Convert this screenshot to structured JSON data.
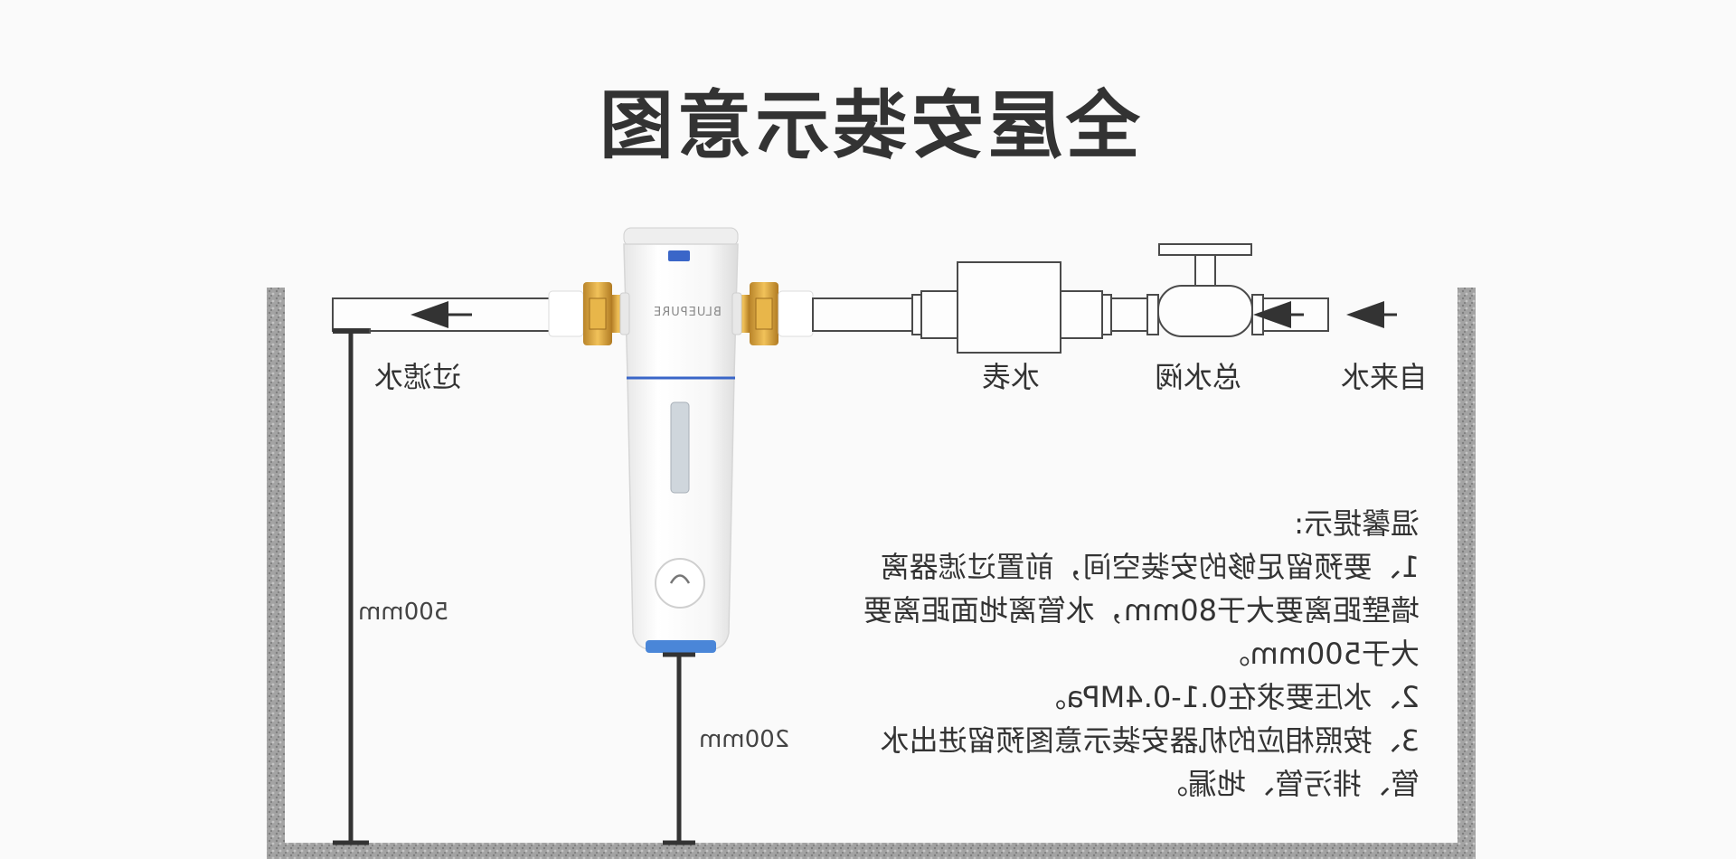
{
  "title": "全屋安装示意图",
  "labels": {
    "filtered_water": "过滤水",
    "water_meter": "水表",
    "main_valve": "总水阀",
    "tap_water": "自来水"
  },
  "dimensions": {
    "height_500": "500mm",
    "height_200": "200mm"
  },
  "filter": {
    "brand": "BLUEPURE"
  },
  "tips": {
    "lines": [
      "温馨提示:",
      "1、要预留足够的安装空间，前置过滤器离",
      "墙壁距离要大于80mm，水管离地面距离要",
      "大于500mm。",
      "2、水压要求在0.1-0.4MPa。",
      "3、按照相应的机器安装示意图预留进出水",
      "管、排污管、地漏。"
    ]
  },
  "colors": {
    "wall": "#9a9a9a",
    "pipe_stroke": "#4a4a4a",
    "brass": "#d4a23a",
    "filter_body": "#f4f4f4",
    "accent_blue": "#3a66c8"
  },
  "icons": [
    "arrow-left-icon",
    "filter-gauge-icon",
    "drain-knob-icon"
  ]
}
